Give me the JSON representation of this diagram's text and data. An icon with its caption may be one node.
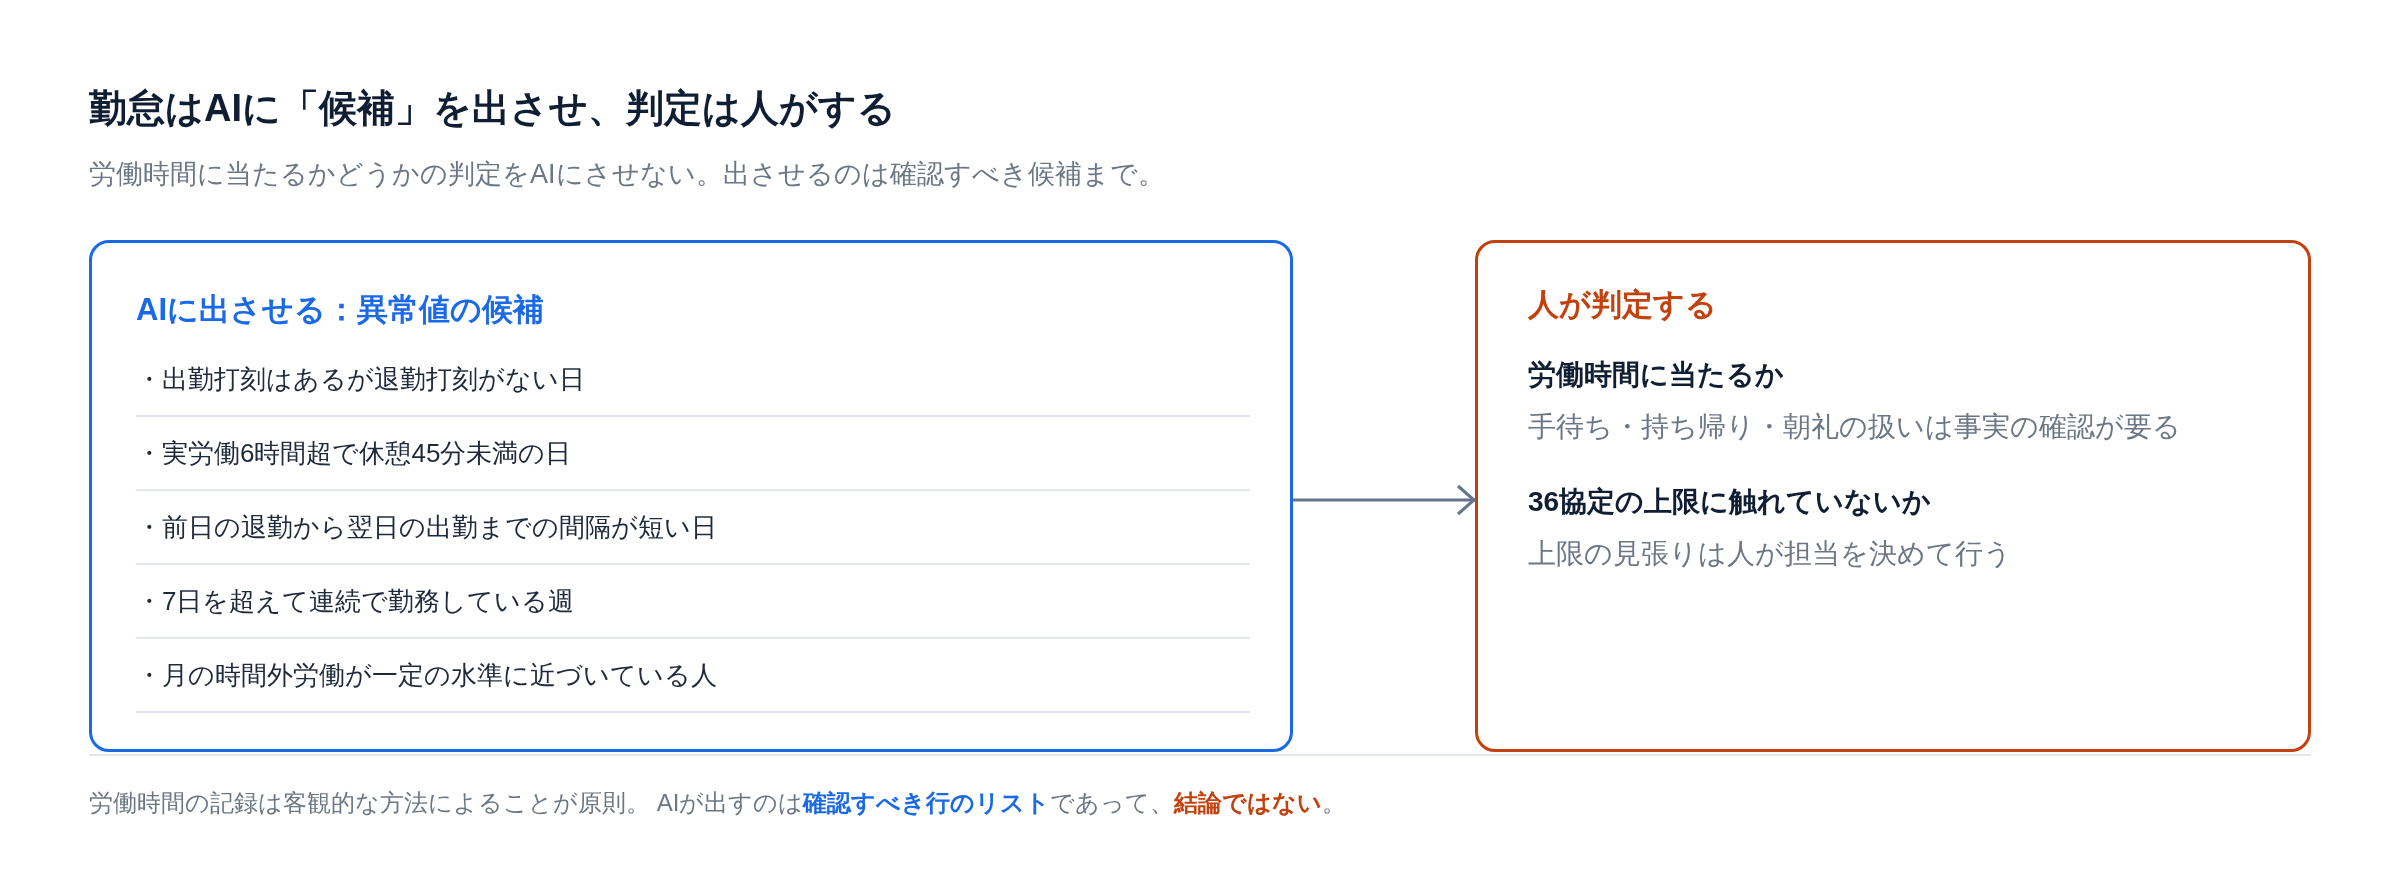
{
  "diagram": {
    "title": "勤怠はAIに「候補」を出させ、判定は人がする",
    "caption": "労働時間の記録は客観的な方法によることが原則。 AIが出すのは**確認すべき行のリスト**であって、**結論ではない**。",
    "nodes": [
      {
        "text": [
          "AIに出させる：異常値の候補",
          "・出勤打刻はあるが退勤打刻がない日",
          "・実労働6時間超で休憩45分未満の日",
          "・前日の退勤から翌日の出勤までの間隔が短い日",
          "・7日を超えて連続で勤務している週",
          "・月の時間外労働が一定の水準に近づいている人"
        ]
      },
      {
        "text": [
          "人が判定する",
          "労働時間に当たるか",
          "手待ち・持ち帰り・朝礼の扱いは事実の確認が要る",
          "36協定の上限に触れていないか",
          "上限の見張りは人が担当を決めて行う"
        ]
      }
    ],
    "edges": [
      {
        "from": 0,
        "to": 1,
        "arrow": "to"
      }
    ],
    "labels": [
      "労働時間に当たるかどうかの判定をAIにさせない。出させるのは確認すべき候補まで。"
    ]
  }
}
